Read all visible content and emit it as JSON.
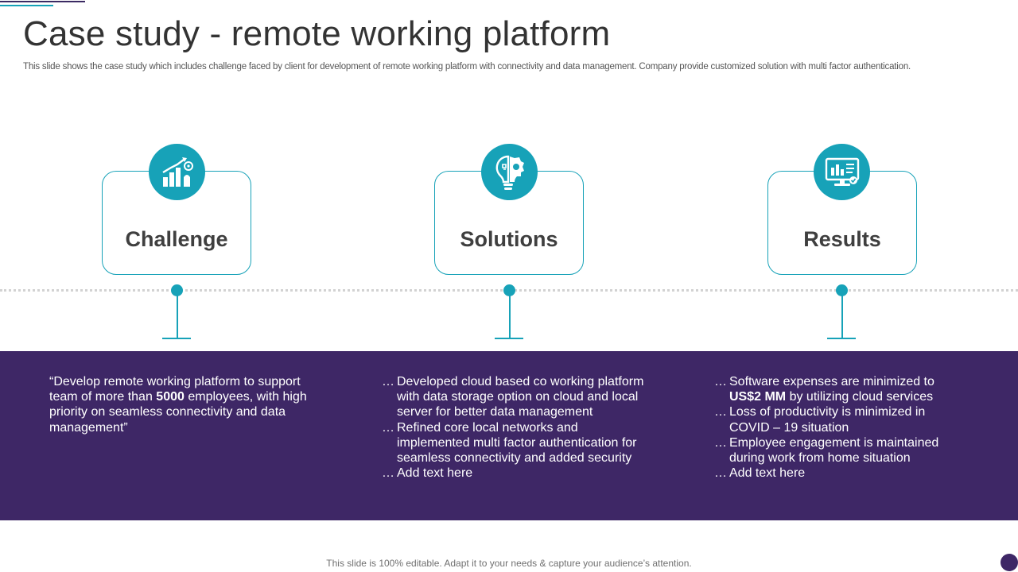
{
  "slide": {
    "title": "Case study - remote working platform",
    "subtitle": "This slide shows the case study which includes challenge faced by client for development of remote working platform with connectivity and data management. Company provide customized solution with multi factor authentication.",
    "footer": "This slide is 100% editable. Adapt it to your needs & capture your audience’s attention."
  },
  "colors": {
    "accent": "#17a2b8",
    "band": "#3e2766",
    "title_text": "#333333"
  },
  "columns": [
    {
      "heading": "Challenge",
      "icon": "growth-chart-icon",
      "quote": {
        "before": "“Develop remote working platform to support team of more than ",
        "bold": "5000",
        "after": " employees, with high priority on seamless connectivity and data management”"
      }
    },
    {
      "heading": "Solutions",
      "icon": "lightbulb-gear-icon",
      "bullets": [
        "Developed cloud based co working platform with data storage option on cloud and local server for better data management",
        "Refined core local networks and implemented multi factor authentication for seamless connectivity and added security",
        "Add text here"
      ]
    },
    {
      "heading": "Results",
      "icon": "monitor-analytics-icon",
      "first_bullet": {
        "before": "Software expenses are minimized to ",
        "bold": "US$2 MM",
        "after": " by utilizing cloud services"
      },
      "bullets": [
        "Loss of productivity is minimized in COVID – 19 situation",
        "Employee engagement is maintained during work from home situation",
        "Add text here"
      ]
    }
  ]
}
